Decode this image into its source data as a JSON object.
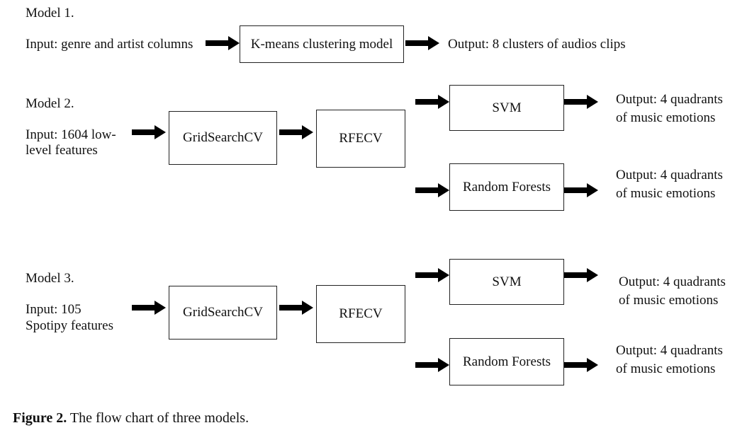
{
  "model1": {
    "label": "Model 1.",
    "input": "Input: genre and artist columns",
    "process": "K-means clustering model",
    "output": "Output: 8 clusters of audios clips"
  },
  "model2": {
    "label": "Model 2.",
    "input_line1": "Input: 1604 low-",
    "input_line2": "level features",
    "step1": "GridSearchCV",
    "step2": "RFECV",
    "branch1": "SVM",
    "branch2": "Random Forests",
    "output1_line1": "Output: 4 quadrants",
    "output1_line2": "of music emotions",
    "output2_line1": "Output: 4 quadrants",
    "output2_line2": "of music emotions"
  },
  "model3": {
    "label": "Model 3.",
    "input_line1": "Input: 105",
    "input_line2": "Spotipy features",
    "step1": "GridSearchCV",
    "step2": "RFECV",
    "branch1": "SVM",
    "branch2": "Random Forests",
    "output1_line1": "Output: 4 quadrants",
    "output1_line2": "of music emotions",
    "output2_line1": "Output: 4 quadrants",
    "output2_line2": "of music emotions"
  },
  "caption": {
    "label": "Figure 2.",
    "text": " The flow chart of three models."
  },
  "colors": {
    "ink": "#111111",
    "arrow": "#000000"
  }
}
